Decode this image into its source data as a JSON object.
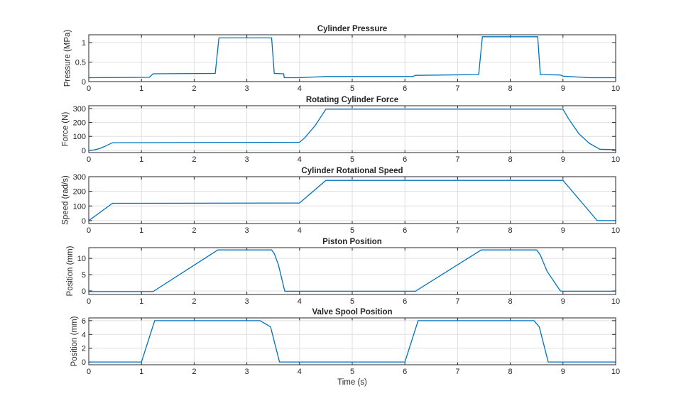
{
  "chart_data": [
    {
      "type": "line",
      "title": "Cylinder Pressure",
      "xlabel": "",
      "ylabel": "Pressure (MPa)",
      "xlim": [
        0,
        10
      ],
      "ylim": [
        0,
        1.2
      ],
      "xticks": [
        "0",
        "1",
        "2",
        "3",
        "4",
        "5",
        "6",
        "7",
        "8",
        "9",
        "10"
      ],
      "yticks": [
        {
          "v": 0,
          "label": "0"
        },
        {
          "v": 0.5,
          "label": "0.5"
        },
        {
          "v": 1,
          "label": "1"
        }
      ],
      "grid": true,
      "color": "#0072BD",
      "x": [
        0,
        1.15,
        1.22,
        2.4,
        2.47,
        3.47,
        3.52,
        3.7,
        3.71,
        4,
        4.5,
        6.15,
        6.2,
        7.4,
        7.47,
        8.52,
        8.57,
        8.95,
        9,
        9.5,
        10
      ],
      "y": [
        0.1,
        0.11,
        0.2,
        0.21,
        1.12,
        1.12,
        0.21,
        0.2,
        0.1,
        0.1,
        0.13,
        0.13,
        0.16,
        0.18,
        1.15,
        1.15,
        0.18,
        0.17,
        0.14,
        0.1,
        0.1
      ]
    },
    {
      "type": "line",
      "title": "Rotating Cylinder Force",
      "xlabel": "",
      "ylabel": "Force (N)",
      "xlim": [
        0,
        10
      ],
      "ylim": [
        -16,
        320
      ],
      "xticks": [
        "0",
        "1",
        "2",
        "3",
        "4",
        "5",
        "6",
        "7",
        "8",
        "9",
        "10"
      ],
      "yticks": [
        {
          "v": 0,
          "label": "0"
        },
        {
          "v": 100,
          "label": "100"
        },
        {
          "v": 200,
          "label": "200"
        },
        {
          "v": 300,
          "label": "300"
        }
      ],
      "grid": true,
      "color": "#0072BD",
      "x": [
        0,
        0.1,
        0.2,
        0.3,
        0.45,
        4,
        4.1,
        4.3,
        4.5,
        9,
        9.1,
        9.3,
        9.5,
        9.7,
        10
      ],
      "y": [
        0,
        3,
        12,
        28,
        55,
        58,
        90,
        180,
        295,
        295,
        230,
        120,
        50,
        8,
        5
      ]
    },
    {
      "type": "line",
      "title": "Cylinder Rotational Speed",
      "xlabel": "",
      "ylabel": "Speed (rad/s)",
      "xlim": [
        0,
        10
      ],
      "ylim": [
        -20,
        300
      ],
      "xticks": [
        "0",
        "1",
        "2",
        "3",
        "4",
        "5",
        "6",
        "7",
        "8",
        "9",
        "10"
      ],
      "yticks": [
        {
          "v": 0,
          "label": "0"
        },
        {
          "v": 100,
          "label": "100"
        },
        {
          "v": 200,
          "label": "200"
        },
        {
          "v": 300,
          "label": "300"
        }
      ],
      "grid": true,
      "color": "#0072BD",
      "x": [
        0,
        0.45,
        4,
        4.5,
        9,
        9.65,
        10
      ],
      "y": [
        0,
        118,
        120,
        275,
        275,
        0,
        0
      ]
    },
    {
      "type": "line",
      "title": "Piston Position",
      "xlabel": "",
      "ylabel": "Position (mm)",
      "xlim": [
        0,
        10
      ],
      "ylim": [
        -1.1,
        13.3
      ],
      "xticks": [
        "0",
        "1",
        "2",
        "3",
        "4",
        "5",
        "6",
        "7",
        "8",
        "9",
        "10"
      ],
      "yticks": [
        {
          "v": 0,
          "label": "0"
        },
        {
          "v": 5,
          "label": "5"
        },
        {
          "v": 10,
          "label": "10"
        }
      ],
      "grid": true,
      "color": "#0072BD",
      "x": [
        0,
        1.22,
        2.45,
        3.47,
        3.52,
        3.6,
        3.72,
        6.2,
        7.45,
        8.5,
        8.57,
        8.7,
        8.95,
        9,
        10
      ],
      "y": [
        -0.2,
        -0.2,
        12.6,
        12.6,
        11.5,
        8,
        -0.1,
        -0.1,
        12.6,
        12.6,
        11,
        6,
        0,
        -0.1,
        -0.1
      ]
    },
    {
      "type": "line",
      "title": "Valve Spool Position",
      "xlabel": "Time (s)",
      "ylabel": "Position (mm)",
      "xlim": [
        0,
        10
      ],
      "ylim": [
        -0.4,
        6.4
      ],
      "xticks": [
        "0",
        "1",
        "2",
        "3",
        "4",
        "5",
        "6",
        "7",
        "8",
        "9",
        "10"
      ],
      "yticks": [
        {
          "v": 0,
          "label": "0"
        },
        {
          "v": 2,
          "label": "2"
        },
        {
          "v": 4,
          "label": "4"
        },
        {
          "v": 6,
          "label": "6"
        }
      ],
      "grid": true,
      "color": "#0072BD",
      "x": [
        0,
        1,
        1.25,
        3.25,
        3.45,
        3.62,
        6,
        6.25,
        8.45,
        8.55,
        8.72,
        10
      ],
      "y": [
        0,
        0,
        6,
        6,
        5.1,
        0,
        0,
        6,
        6,
        5.1,
        0,
        0
      ]
    }
  ]
}
